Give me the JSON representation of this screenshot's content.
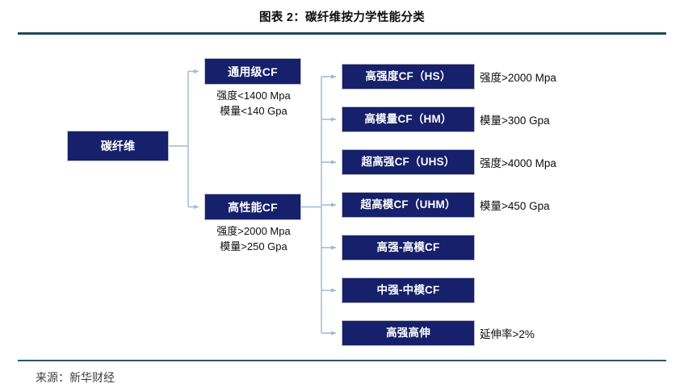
{
  "figure": {
    "title": "图表 2：碳纤维按力学性能分类",
    "source": "来源：新华财经",
    "colors": {
      "node_fill": "#16206b",
      "node_border": "#b9bcc4",
      "rule": "#1f4a59",
      "connector": "#9db8d2",
      "node_text": "#ffffff",
      "caption_text": "#0d0d0d"
    }
  },
  "diagram": {
    "type": "tree",
    "root": {
      "label": "碳纤维"
    },
    "level2": [
      {
        "label": "通用级CF",
        "caption": "强度<1400 Mpa\n模量<140 Gpa"
      },
      {
        "label": "高性能CF",
        "caption": "强度>2000 Mpa\n模量>250 Gpa"
      }
    ],
    "leaves": [
      {
        "label": "高强度CF（HS）",
        "caption": "强度>2000 Mpa"
      },
      {
        "label": "高模量CF（HM）",
        "caption": "模量>300 Gpa"
      },
      {
        "label": "超高强CF（UHS）",
        "caption": "强度>4000 Mpa"
      },
      {
        "label": "超高模CF（UHM）",
        "caption": "模量>450 Gpa"
      },
      {
        "label": "高强-高模CF",
        "caption": ""
      },
      {
        "label": "中强-中模CF",
        "caption": ""
      },
      {
        "label": "高强高伸",
        "caption": "延伸率>2%"
      }
    ]
  }
}
